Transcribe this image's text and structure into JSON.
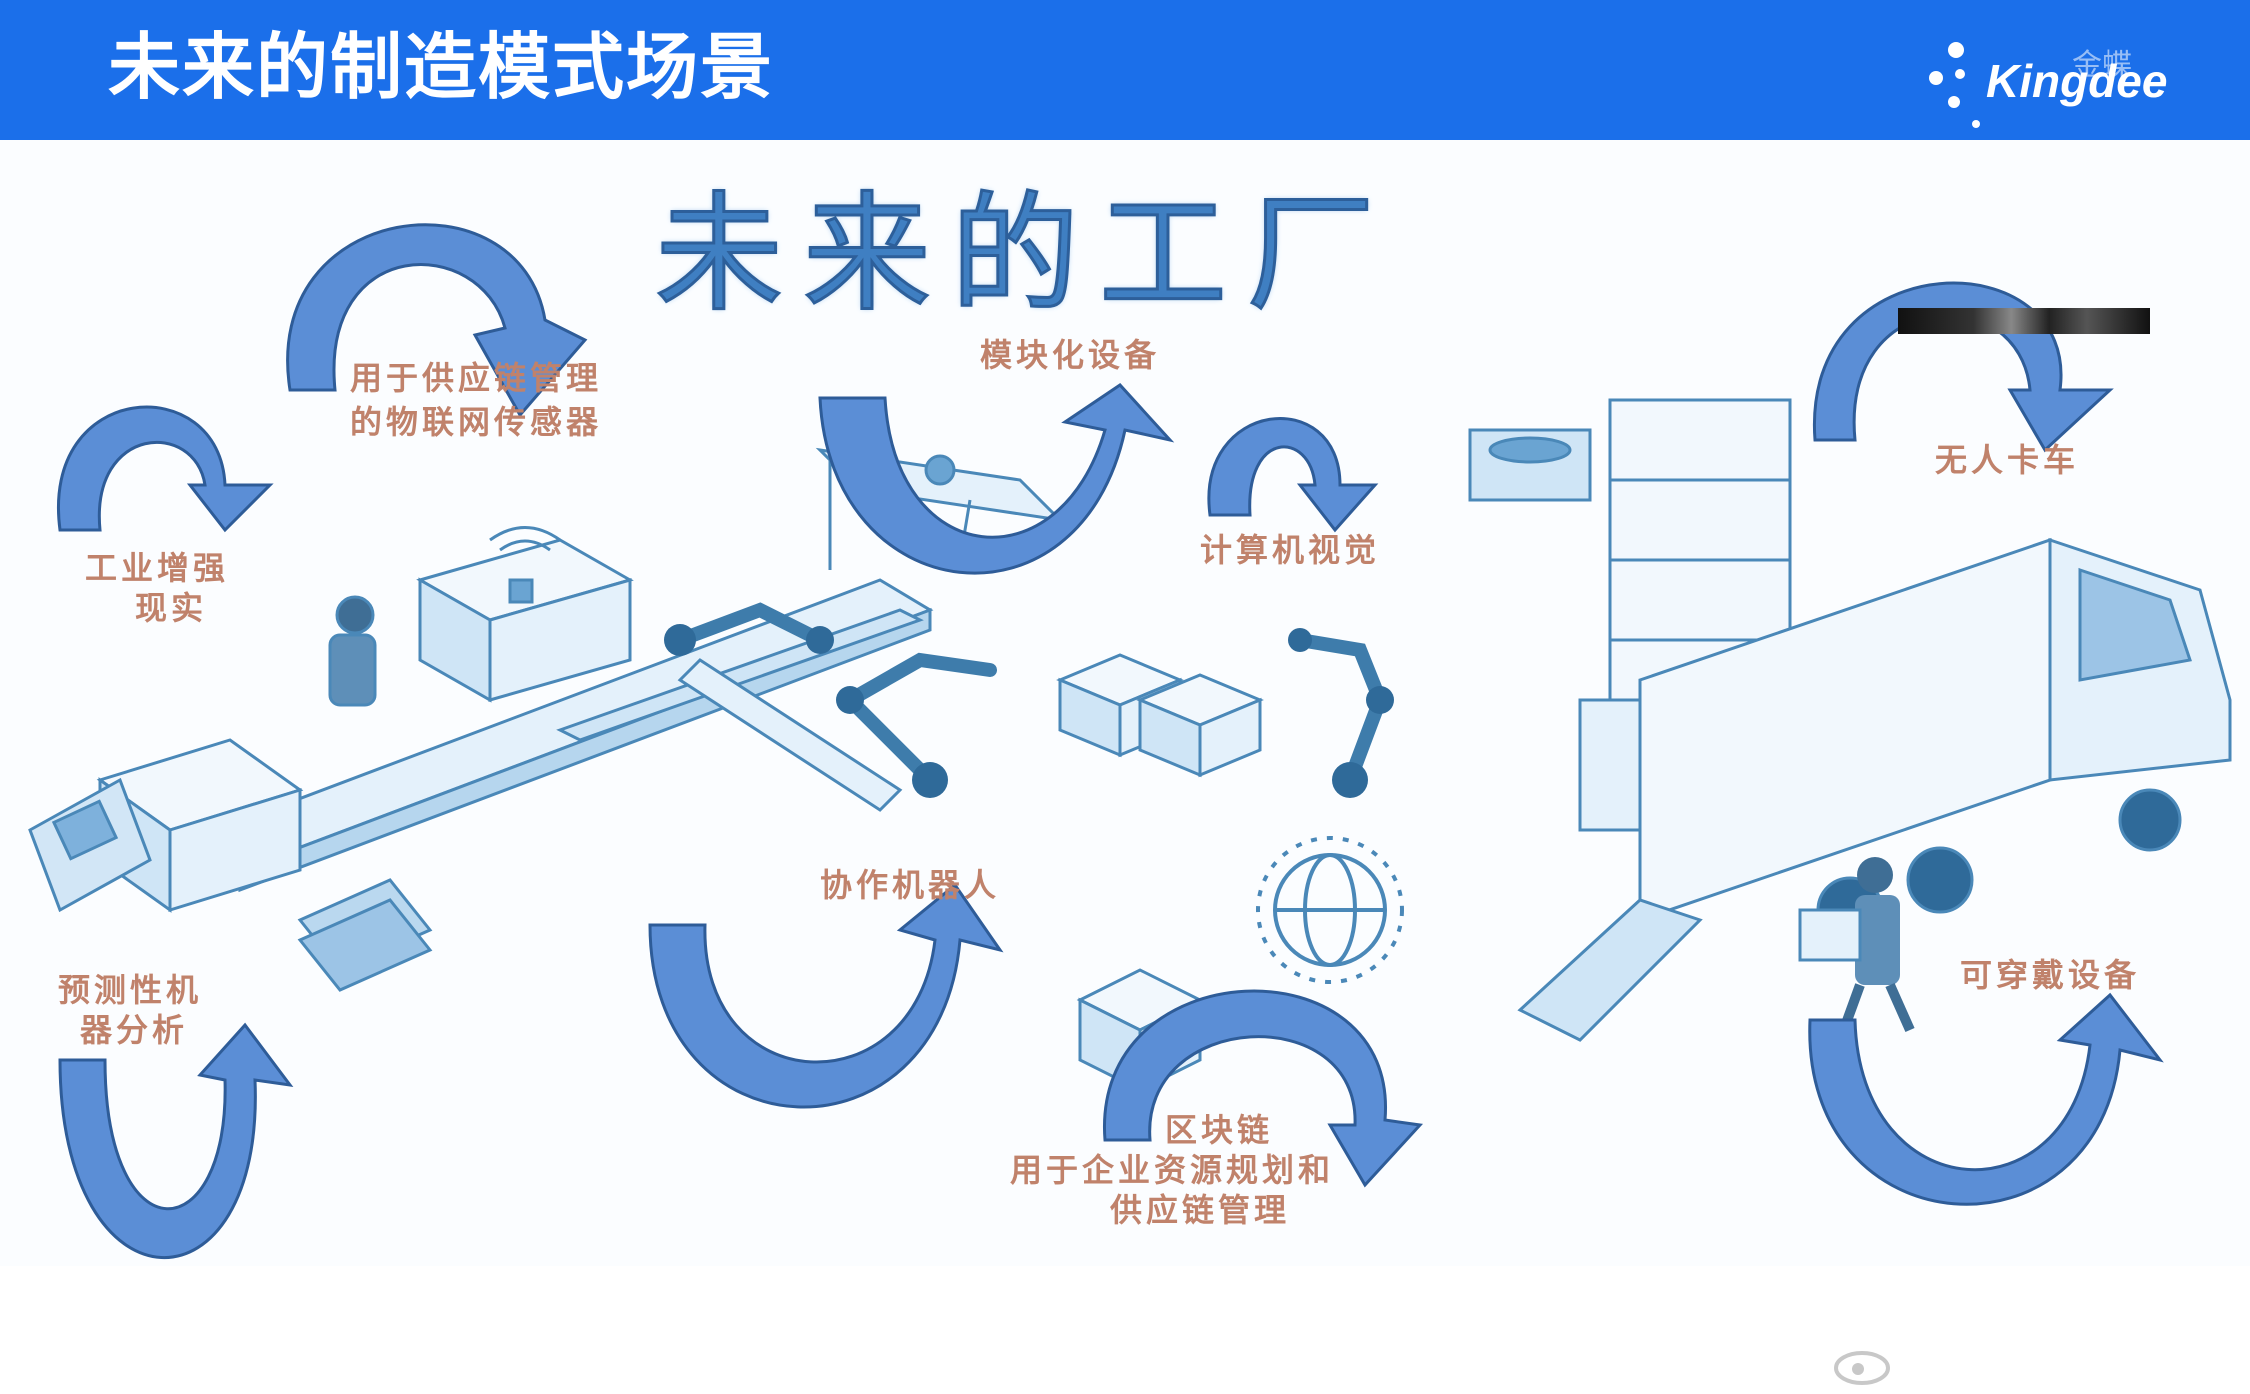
{
  "header": {
    "title": "未来的制造模式场景",
    "background": "#1b6fea",
    "logo_text": "Kingdee",
    "logo_cn": "金蝶"
  },
  "scene": {
    "title": "未来的工厂",
    "labels": {
      "iot_line1": "用于供应链管理",
      "iot_line2": "的物联网传感器",
      "modular": "模块化设备",
      "driverless": "无人卡车",
      "ar_line1": "工业增强",
      "ar_line2": "现实",
      "vision": "计算机视觉",
      "cobot": "协作机器人",
      "predictive_line1": "预测性机",
      "predictive_line2": "器分析",
      "wearable": "可穿戴设备",
      "blockchain_line1": "区块链",
      "blockchain_line2": "用于企业资源规划和",
      "blockchain_line3": "供应链管理"
    },
    "colors": {
      "arrow_fill": "#5b8ed6",
      "arrow_stroke": "#2e5c98",
      "label_color": "#c0826b",
      "illustration": "#4a88b8"
    }
  }
}
